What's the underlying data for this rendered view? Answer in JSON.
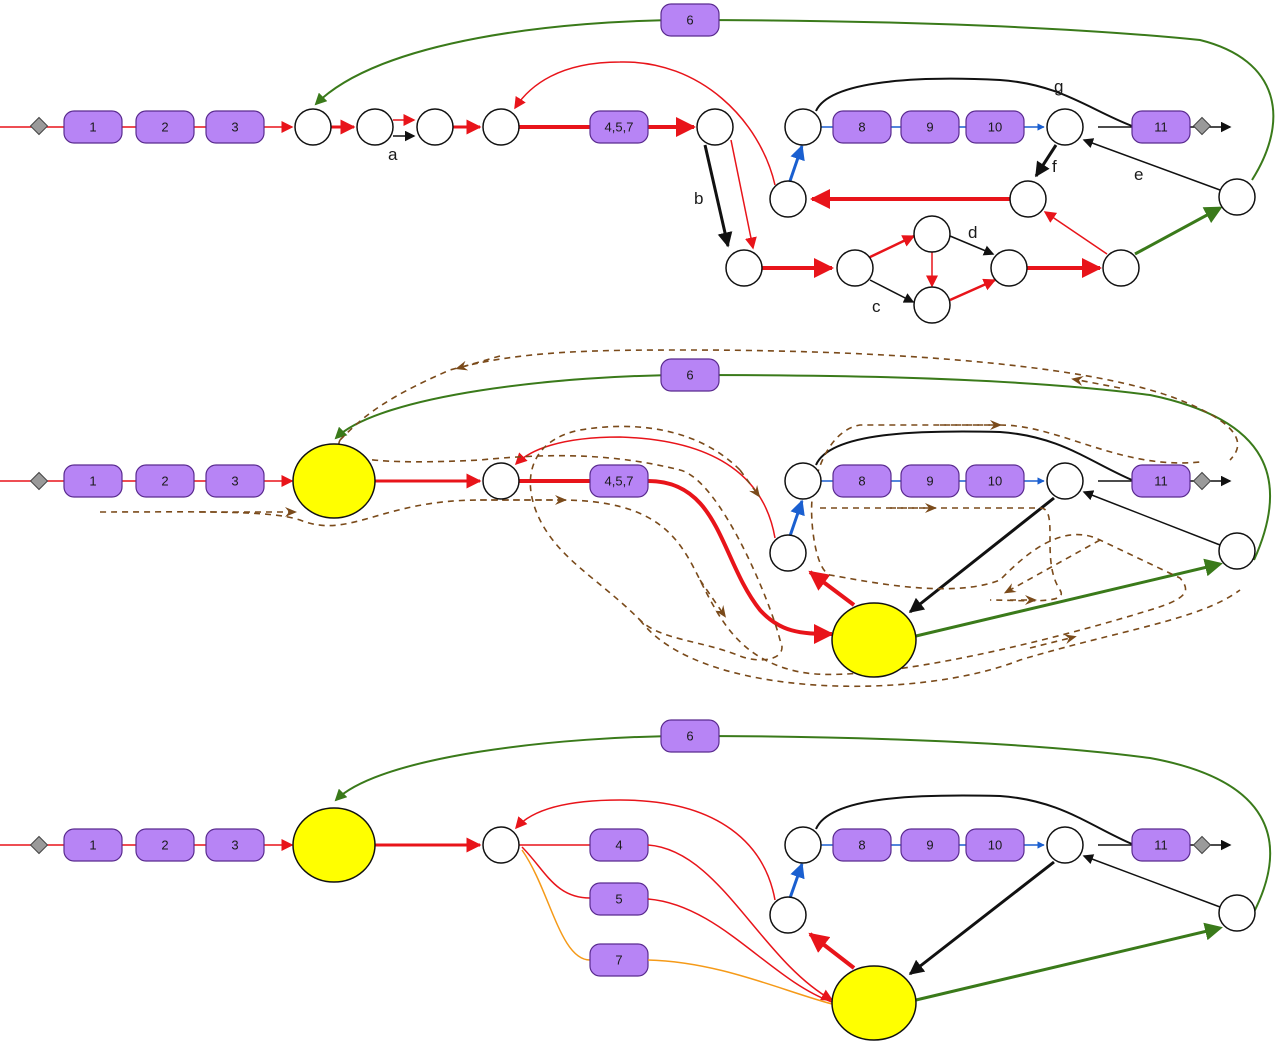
{
  "segments": {
    "s1": "1",
    "s2": "2",
    "s3": "3",
    "s457": "4,5,7",
    "s4": "4",
    "s5": "5",
    "s6": "6",
    "s7": "7",
    "s8": "8",
    "s9": "9",
    "s10": "10",
    "s11": "11"
  },
  "edge_labels": {
    "a": "a",
    "b": "b",
    "c": "c",
    "d": "d",
    "e": "e",
    "f": "f",
    "g": "g"
  },
  "colors": {
    "segment_fill": "#b784f5",
    "red_edge": "#e8141a",
    "green_edge": "#3a7a1a",
    "blue_edge": "#1a5fd0",
    "orange_edge": "#f59a18",
    "black_edge": "#111111",
    "collapsed_node": "#ffff00",
    "dashed_path": "#7a4a1a"
  }
}
